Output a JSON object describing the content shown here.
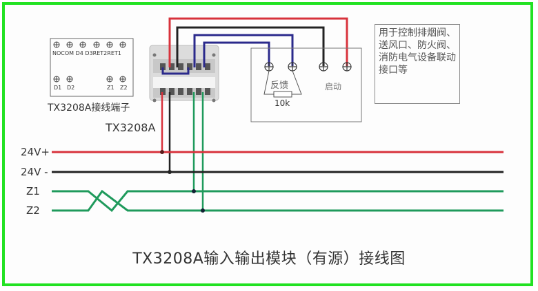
{
  "diagram": {
    "title": "TX3208A输入输出模块（有源）接线图",
    "terminal_block": {
      "caption": "TX3208A接线端子",
      "top_terminals": [
        "NO",
        "COM",
        "D4",
        "D3",
        "RET2",
        "RET1"
      ],
      "bottom_terminals": [
        "D1",
        "D2",
        "Z1",
        "Z2"
      ]
    },
    "module_label": "TX3208A",
    "device": {
      "feedback_label": "反馈",
      "resistor_label": "10k",
      "start_label": "启动"
    },
    "note": "用于控制排烟阀、送风口、防火阀、消防电气设备联动接口等",
    "bus_lines": [
      {
        "label": "24V+",
        "color": "#d8323c"
      },
      {
        "label": "24V -",
        "color": "#222222"
      },
      {
        "label": "Z1",
        "color": "#1f9a5c"
      },
      {
        "label": "Z2",
        "color": "#1f9a5c"
      }
    ],
    "colors": {
      "border": "#22e222",
      "red_wire": "#d8323c",
      "black_wire": "#222222",
      "blue_wire": "#2b2a8c",
      "green_wire": "#1f9a5c"
    }
  }
}
